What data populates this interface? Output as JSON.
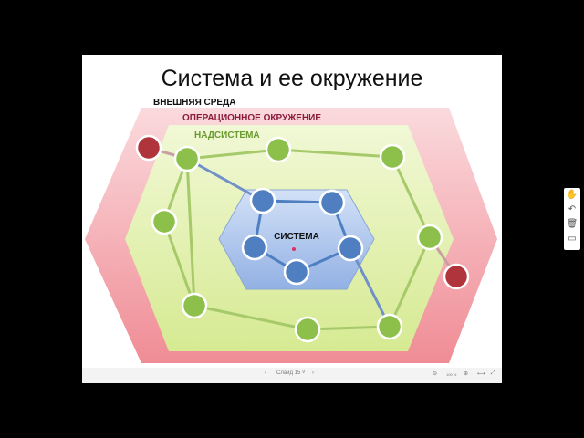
{
  "slide": {
    "title": "Система и ее окружение",
    "labels": {
      "outer": "ВНЕШНЯЯ СРЕДА",
      "operational": "ОПЕРАЦИОННОЕ ОКРУЖЕНИЕ",
      "supersystem": "НАДСИСТЕМА",
      "system": "СИСТЕМА"
    },
    "colors": {
      "outer": "#f2a3aa",
      "supersystem": "#e2f0b0",
      "system": "#a9c4ec",
      "green_node": "#8cc04a",
      "blue_node": "#4f7fc0",
      "red_node": "#b0343c"
    }
  },
  "bottom_bar": {
    "slide_label": "Слайд 15",
    "zoom": "100 %"
  },
  "side_tools": [
    "hand-icon",
    "undo-icon",
    "trash-icon",
    "whiteboard-icon"
  ]
}
